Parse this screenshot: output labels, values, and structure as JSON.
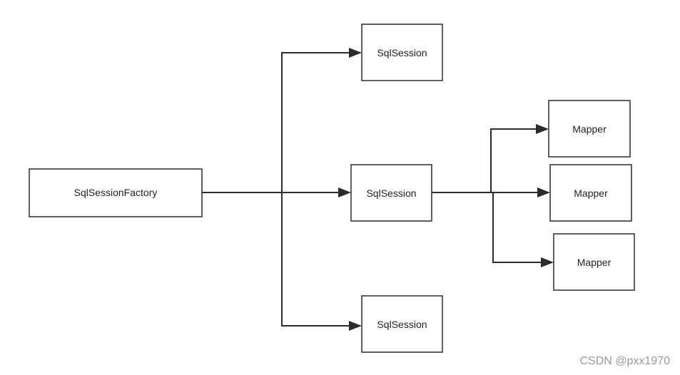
{
  "nodes": {
    "factory": {
      "label": "SqlSessionFactory"
    },
    "session_top": {
      "label": "SqlSession"
    },
    "session_middle": {
      "label": "SqlSession"
    },
    "session_bottom": {
      "label": "SqlSession"
    },
    "mapper_top": {
      "label": "Mapper"
    },
    "mapper_middle": {
      "label": "Mapper"
    },
    "mapper_bottom": {
      "label": "Mapper"
    }
  },
  "edges": [
    {
      "from": "SqlSessionFactory",
      "to": "SqlSession (top)"
    },
    {
      "from": "SqlSessionFactory",
      "to": "SqlSession (middle)"
    },
    {
      "from": "SqlSessionFactory",
      "to": "SqlSession (bottom)"
    },
    {
      "from": "SqlSession (middle)",
      "to": "Mapper (top)"
    },
    {
      "from": "SqlSession (middle)",
      "to": "Mapper (middle)"
    },
    {
      "from": "SqlSession (middle)",
      "to": "Mapper (bottom)"
    }
  ],
  "watermark": "CSDN @pxx1970",
  "colors": {
    "line": "#2b2b2b",
    "background": "#ffffff",
    "watermark": "#9a9a9a"
  }
}
